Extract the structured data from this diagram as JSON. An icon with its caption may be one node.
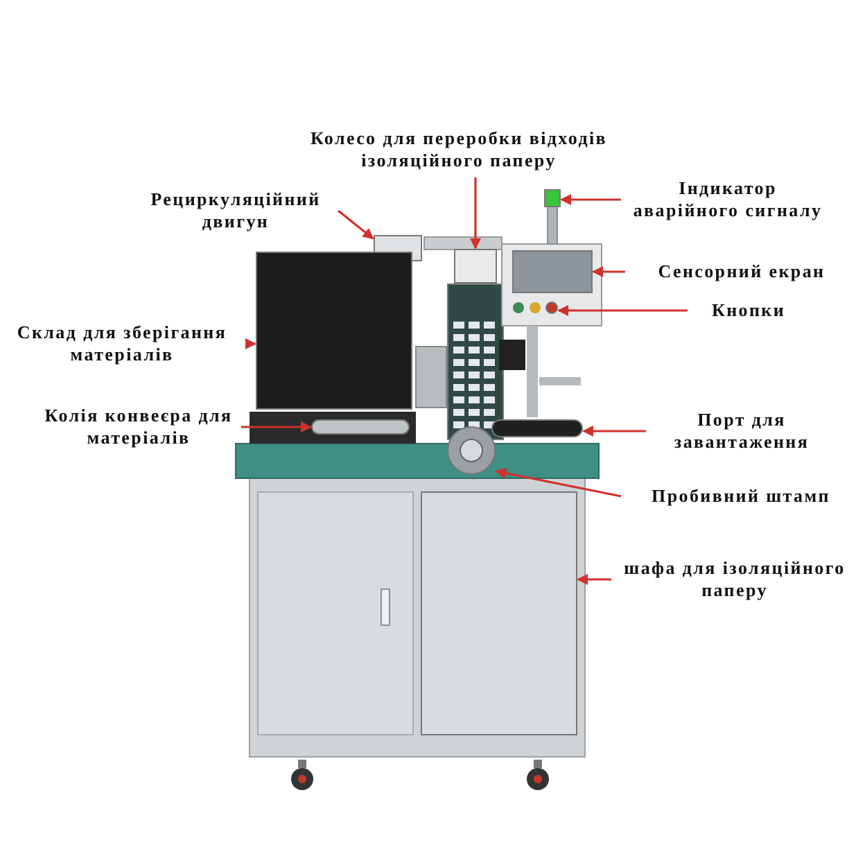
{
  "diagram": {
    "nodes": [
      {
        "text": [
          "Колесо для переробки відходів ізоляційного паперу"
        ]
      },
      {
        "text": [
          "Рециркуляційний двигун"
        ]
      },
      {
        "text": [
          "Індикатор аварійного сигналу"
        ]
      },
      {
        "text": [
          "Склад для зберігання матеріалів"
        ]
      },
      {
        "text": [
          "Сенсорний екран"
        ]
      },
      {
        "text": [
          "Кнопки"
        ]
      },
      {
        "text": [
          "Колія конвеєра для матеріалів"
        ]
      },
      {
        "text": [
          "Порт для завантаження"
        ]
      },
      {
        "text": [
          "Пробивний штамп"
        ]
      },
      {
        "text": [
          "шафа для ізоляційного паперу"
        ]
      },
      {
        "text": [],
        "shape": "box"
      },
      {
        "text": [],
        "shape": "box"
      },
      {
        "text": [],
        "shape": "box"
      },
      {
        "text": [],
        "shape": "box"
      },
      {
        "text": [],
        "shape": "circle"
      },
      {
        "text": [],
        "shape": "box"
      },
      {
        "text": [],
        "shape": "bar"
      },
      {
        "text": [],
        "shape": "bar"
      },
      {
        "text": [],
        "shape": "circle"
      },
      {
        "text": [],
        "shape": "box"
      }
    ],
    "edges": [
      {
        "from": 0,
        "to": 12,
        "arrow": "to"
      },
      {
        "from": 1,
        "to": 11,
        "arrow": "to"
      },
      {
        "from": 2,
        "to": 10,
        "arrow": "to"
      },
      {
        "from": 3,
        "to": 15,
        "arrow": "to"
      },
      {
        "from": 4,
        "to": 13,
        "arrow": "to"
      },
      {
        "from": 5,
        "to": 14,
        "arrow": "to"
      },
      {
        "from": 6,
        "to": 16,
        "arrow": "to"
      },
      {
        "from": 7,
        "to": 17,
        "arrow": "to"
      },
      {
        "from": 8,
        "to": 18,
        "arrow": "to"
      },
      {
        "from": 9,
        "to": 19,
        "arrow": "to"
      }
    ]
  }
}
